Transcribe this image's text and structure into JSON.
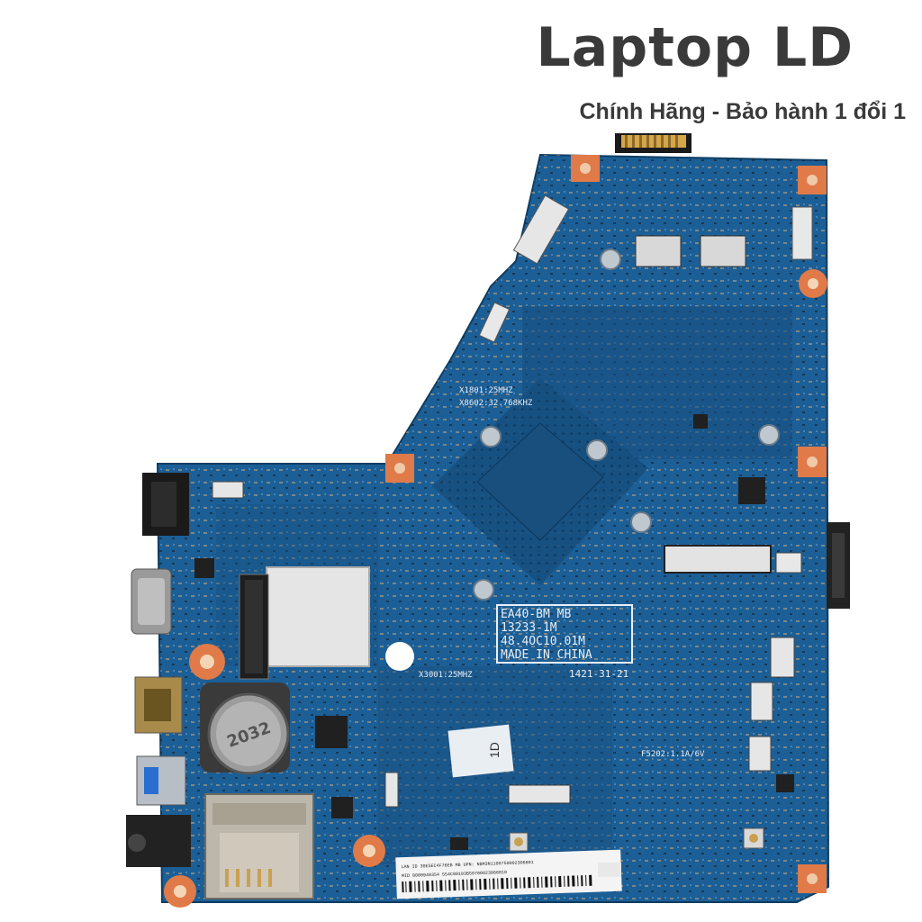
{
  "brand": {
    "title": "Laptop LD",
    "tagline": "Chính Hãng - Bảo hành 1 đổi 1"
  },
  "board": {
    "label_lines": [
      "EA40-BM MB",
      "13233-1M",
      "48.4OC10.01M",
      "MADE IN CHINA"
    ],
    "date_code": "1421-31-21",
    "crystal_1": "X1801:25MHZ",
    "crystal_2": "X8602:32.768KHZ",
    "crystal_3": "X3001:25MHZ",
    "fuse_label": "F5202:1.1A/6V",
    "rev_sticker": "1D",
    "battery_text": "2032",
    "barcode_text_1": "LAN ID 30E5EC4F76EB  MB UPN: NBM3N1100750002306601",
    "barcode_text_2": "MID 0000940354  554C00103B50700023066010"
  },
  "colors": {
    "pcb": "#1c5f96",
    "pcb_dark": "#154d7c",
    "pad_orange": "#e07a48",
    "metal": "#c9c9c9"
  }
}
